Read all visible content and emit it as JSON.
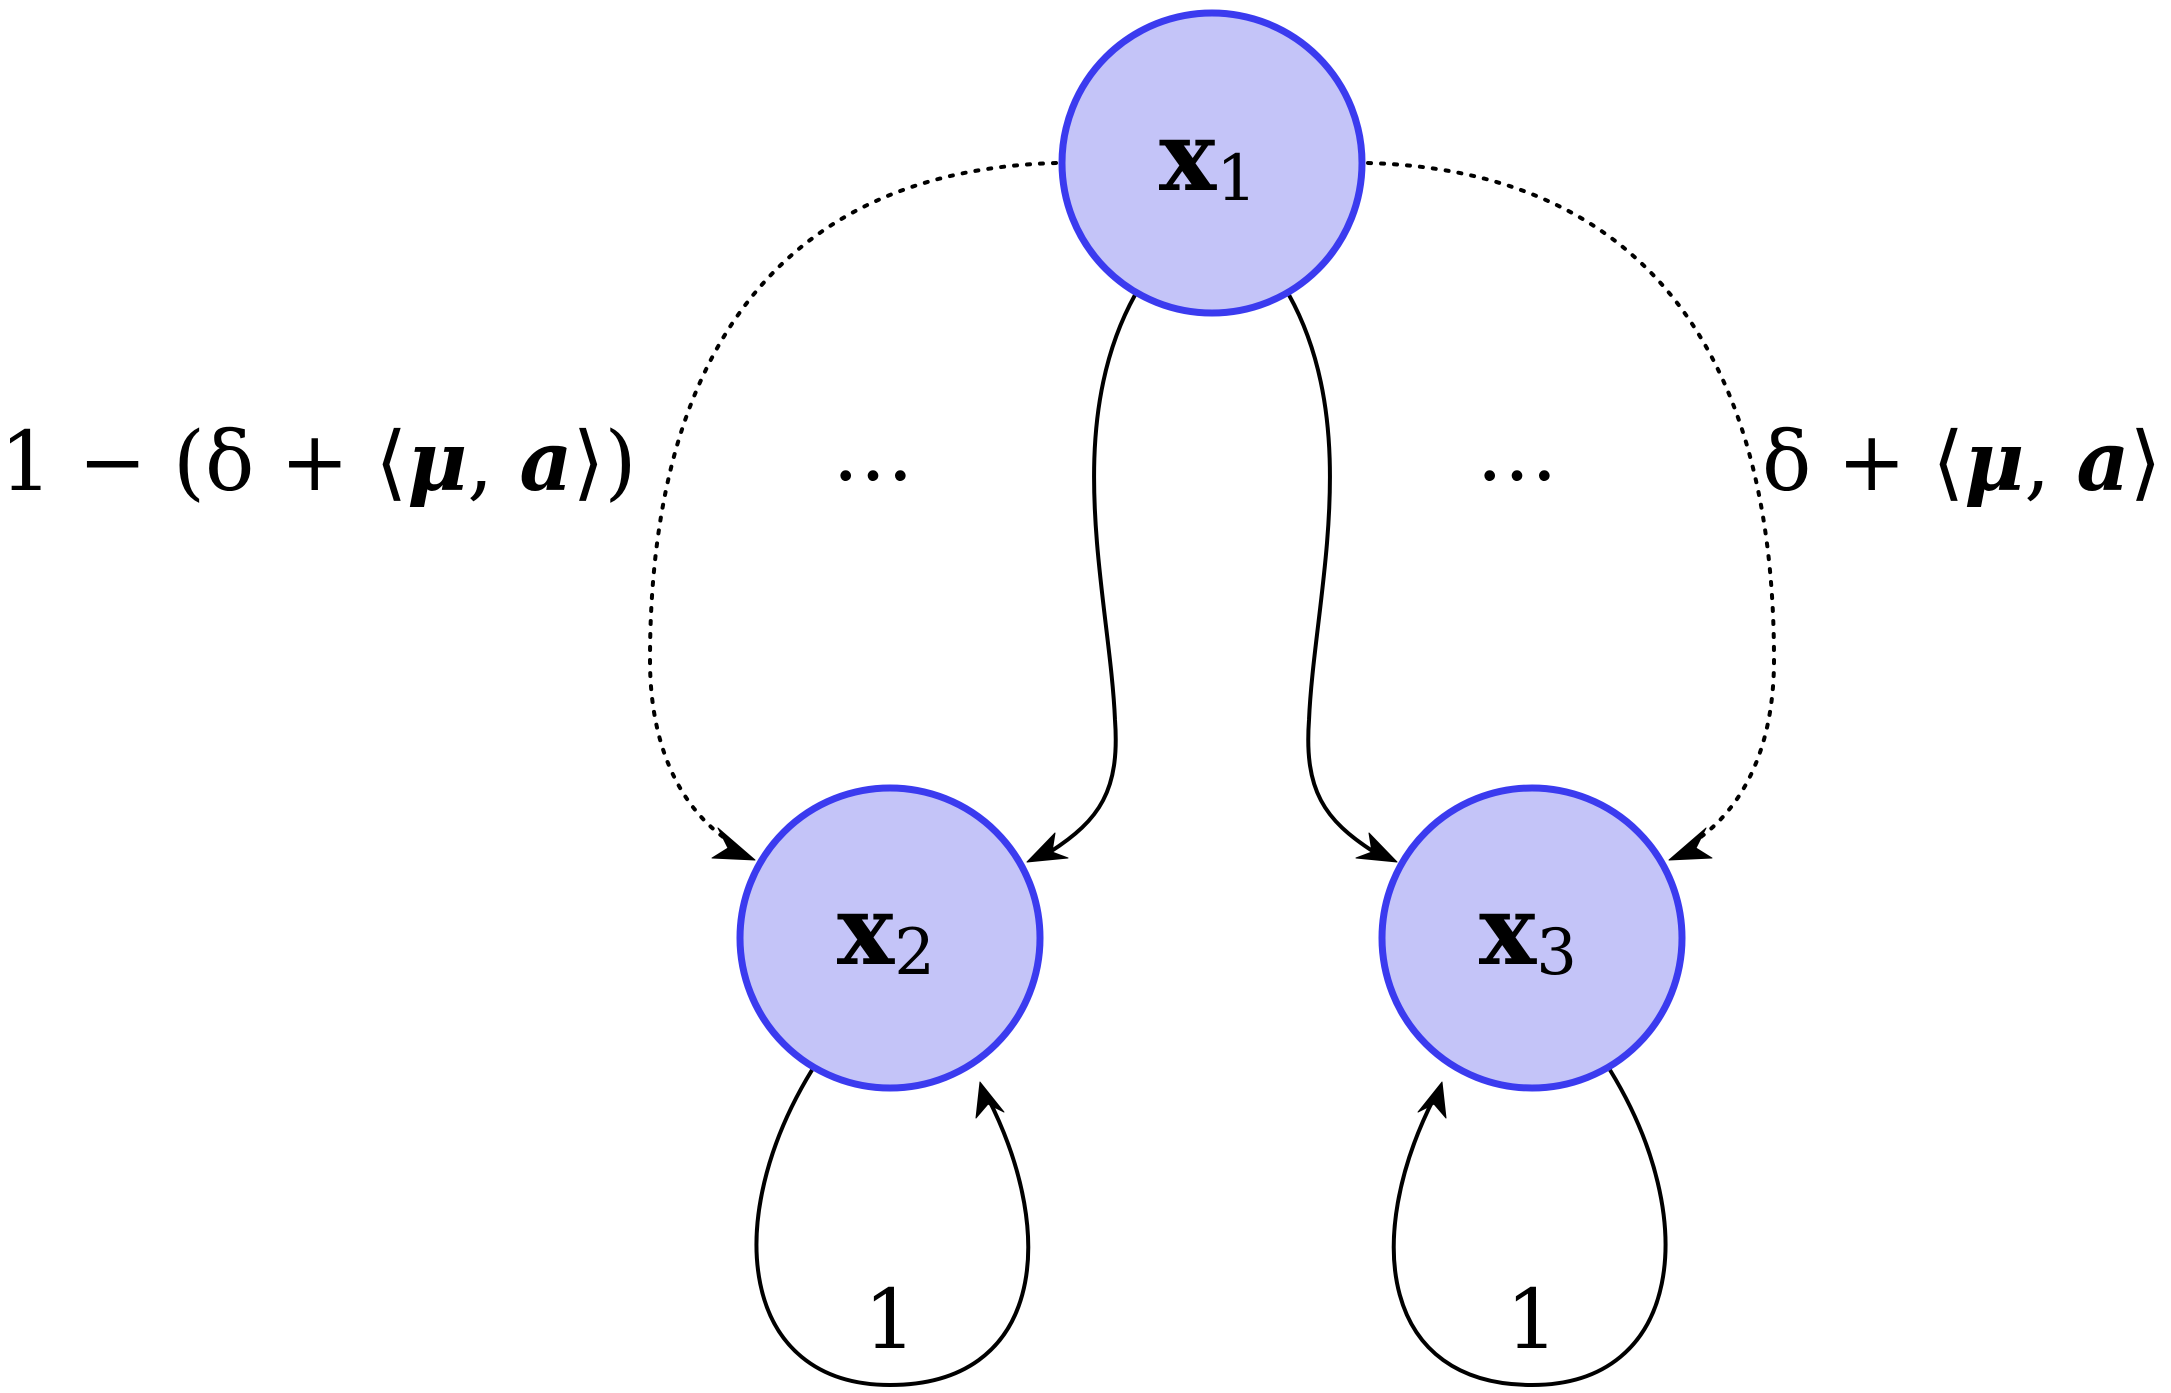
{
  "colors": {
    "node_fill": "#c4c4f8",
    "node_stroke": "#3b3bef",
    "edge": "#000000"
  },
  "nodes": [
    {
      "id": "x1",
      "base": "x",
      "sub": "1"
    },
    {
      "id": "x2",
      "base": "x",
      "sub": "2"
    },
    {
      "id": "x3",
      "base": "x",
      "sub": "3"
    }
  ],
  "edge_labels": {
    "left": {
      "prefix": "1 − (δ + ⟨",
      "mu": "μ",
      "sep": ", ",
      "a": "a",
      "suffix": "⟩)"
    },
    "right": {
      "prefix": "δ + ⟨",
      "mu": "μ",
      "sep": ", ",
      "a": "a",
      "suffix": "⟩"
    },
    "loop_x2": "1",
    "loop_x3": "1"
  },
  "ellipsis": {
    "left": "…",
    "right": "…"
  }
}
